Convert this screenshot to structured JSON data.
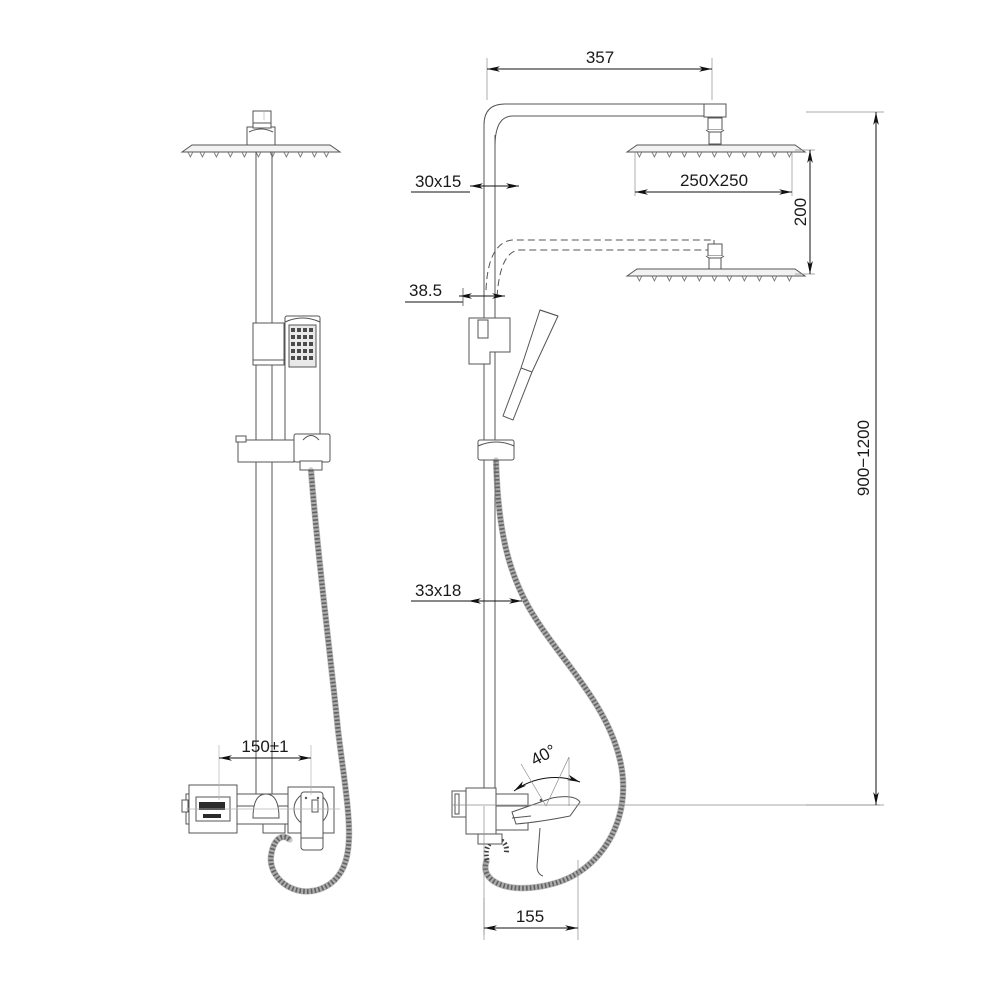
{
  "drawing": {
    "title": "Shower Column Technical Drawing",
    "background_color": "#ffffff",
    "line_color": "#555555",
    "text_color": "#1a1a1a",
    "views": [
      {
        "name": "front-view",
        "label": ""
      },
      {
        "name": "side-view",
        "label": ""
      }
    ]
  },
  "dimensions": {
    "overhang_arm": "357",
    "riser_profile": "30x15",
    "riser_offset": "38.5",
    "rain_head_size": "250X250",
    "rain_head_swing": "200",
    "height_range": "900−1200",
    "slide_bar_profile": "33x18",
    "mixer_centers": "150±1",
    "spout_angle": "40°",
    "mixer_depth": "155"
  },
  "components": {
    "rain_shower_head": "rain-shower-head",
    "shower_arm": "shower-arm",
    "riser_rail": "riser-rail",
    "hand_shower": "hand-shower",
    "hand_shower_holder": "hand-shower-holder",
    "flexible_hose": "flexible-hose",
    "thermostatic_mixer": "thermostatic-mixer",
    "temperature_handle": "temperature-handle",
    "diverter_handle": "diverter-handle",
    "wall_bracket": "wall-bracket"
  }
}
